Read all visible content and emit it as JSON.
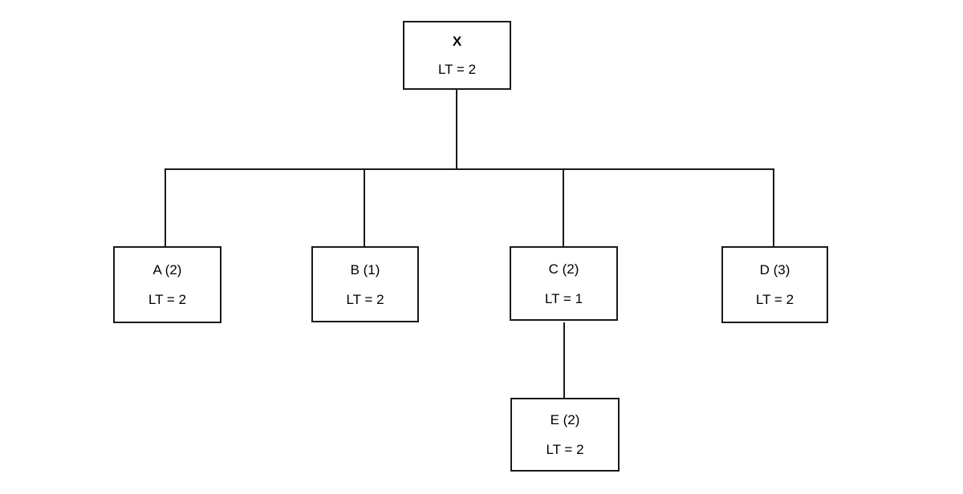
{
  "diagram": {
    "type": "tree",
    "background_color": "#ffffff",
    "line_color": "#1a1a1a",
    "text_color": "#000000",
    "nodes": [
      {
        "id": "X",
        "title": "X",
        "subtitle": "LT = 2",
        "title_bold": true,
        "parent": null
      },
      {
        "id": "A",
        "title": "A (2)",
        "subtitle": "LT = 2",
        "title_bold": false,
        "parent": "X"
      },
      {
        "id": "B",
        "title": "B (1)",
        "subtitle": "LT = 2",
        "title_bold": false,
        "parent": "X"
      },
      {
        "id": "C",
        "title": "C (2)",
        "subtitle": "LT = 1",
        "title_bold": false,
        "parent": "X"
      },
      {
        "id": "D",
        "title": "D (3)",
        "subtitle": "LT = 2",
        "title_bold": false,
        "parent": "X"
      },
      {
        "id": "E",
        "title": "E (2)",
        "subtitle": "LT = 2",
        "title_bold": false,
        "parent": "C"
      }
    ],
    "edges": [
      {
        "from": "X",
        "to": "A"
      },
      {
        "from": "X",
        "to": "B"
      },
      {
        "from": "X",
        "to": "C"
      },
      {
        "from": "X",
        "to": "D"
      },
      {
        "from": "C",
        "to": "E"
      }
    ]
  }
}
